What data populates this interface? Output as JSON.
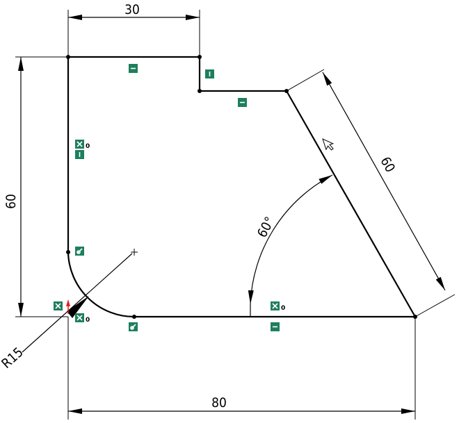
{
  "dimensions": {
    "top_width": "30",
    "left_height": "60",
    "slant_length": "60",
    "angle": "60°",
    "radius": "R15",
    "bottom_width": "80"
  },
  "relations": [
    {
      "name": "horizontal",
      "icon": "horizontal-relation-icon"
    },
    {
      "name": "vertical",
      "icon": "vertical-relation-icon"
    },
    {
      "name": "horizontal",
      "icon": "horizontal-relation-icon"
    },
    {
      "name": "fixed",
      "icon": "fixed-relation-icon",
      "suffix": "0"
    },
    {
      "name": "vertical",
      "icon": "vertical-relation-icon"
    },
    {
      "name": "tangent",
      "icon": "tangent-relation-icon"
    },
    {
      "name": "fixed",
      "icon": "fixed-relation-icon"
    },
    {
      "name": "fixed",
      "icon": "fixed-relation-icon",
      "suffix": "0"
    },
    {
      "name": "tangent",
      "icon": "tangent-relation-icon"
    },
    {
      "name": "fixed",
      "icon": "fixed-relation-icon",
      "suffix": "0"
    },
    {
      "name": "horizontal",
      "icon": "horizontal-relation-icon"
    }
  ],
  "colors": {
    "sketch_line": "#000000",
    "relation_badge": "#1e7f5c",
    "origin_marker": "#e02020"
  }
}
